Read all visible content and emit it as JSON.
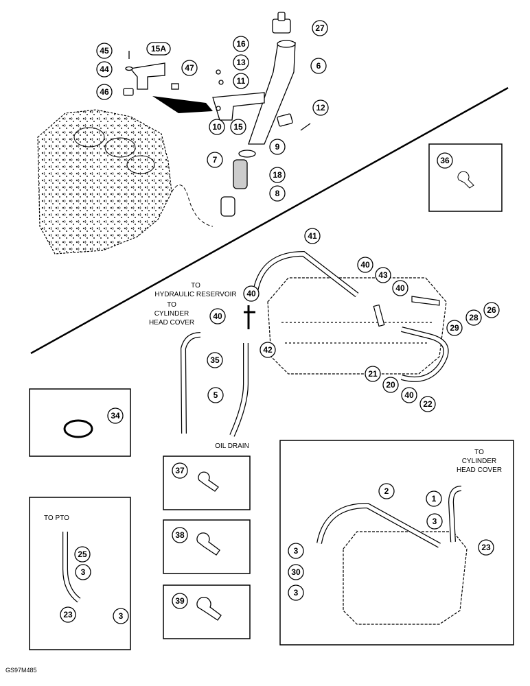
{
  "figure_id": "GS97M485",
  "labels": {
    "to_hydraulic_reservoir": [
      "TO",
      "HYDRAULIC RESERVOIR"
    ],
    "to_cylinder_head_cover_main": [
      "TO",
      "CYLINDER",
      "HEAD COVER"
    ],
    "oil_drain": "OIL DRAIN",
    "to_pto": "TO PTO",
    "to_cylinder_head_cover_box": [
      "TO",
      "CYLINDER",
      "HEAD COVER"
    ]
  },
  "callouts": {
    "c45": "45",
    "c44": "44",
    "c46": "46",
    "c15a": "15A",
    "c47": "47",
    "c16": "16",
    "c13": "13",
    "c11": "11",
    "c10": "10",
    "c15": "15",
    "c27": "27",
    "c6": "6",
    "c12": "12",
    "c9": "9",
    "c7": "7",
    "c18": "18",
    "c8": "8",
    "c36": "36",
    "c41": "41",
    "c40a": "40",
    "c43": "43",
    "c40b": "40",
    "c26": "26",
    "c28": "28",
    "c29": "29",
    "c40c": "40",
    "c40d": "40",
    "c42": "42",
    "c35": "35",
    "c5": "5",
    "c21": "21",
    "c20": "20",
    "c40e": "40",
    "c22": "22",
    "c34": "34",
    "c37": "37",
    "c38": "38",
    "c39": "39",
    "c25": "25",
    "c3a": "3",
    "c23a": "23",
    "c3b": "3",
    "c2": "2",
    "c1": "1",
    "c3c": "3",
    "c23b": "23",
    "c3d": "3",
    "c30": "30",
    "c3e": "3"
  }
}
